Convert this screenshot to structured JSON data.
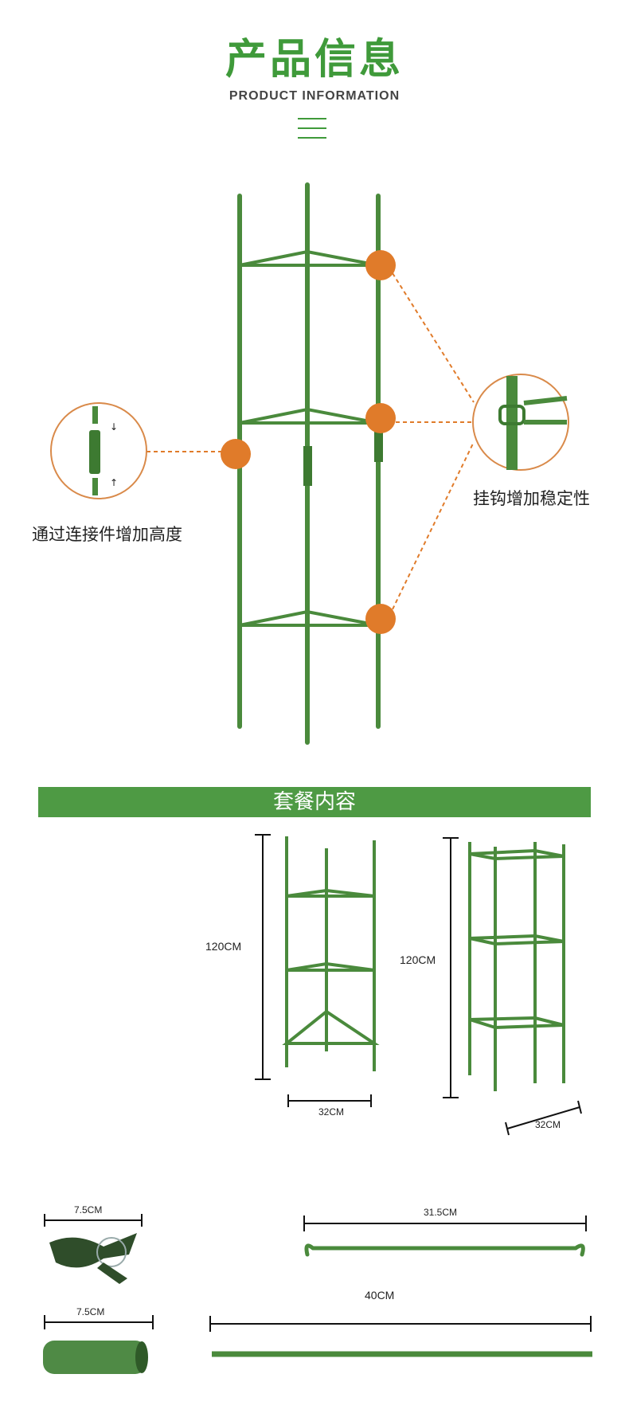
{
  "header": {
    "title_cn": "产品信息",
    "title_en": "PRODUCT INFORMATION"
  },
  "callouts": {
    "left_label": "通过连接件增加高度",
    "right_label": "挂钩增加稳定性"
  },
  "package": {
    "banner": "套餐内容",
    "triangle_height": "120CM",
    "triangle_width": "32CM",
    "square_height": "120CM",
    "square_width": "32CM"
  },
  "accessories": {
    "clip_width": "7.5CM",
    "connector_width": "7.5CM",
    "hook_bar_length": "31.5CM",
    "stake_length": "40CM"
  },
  "colors": {
    "brand_green": "#3f9a3a",
    "stake_green": "#4a8a3c",
    "accent_orange": "#e07b2a"
  }
}
